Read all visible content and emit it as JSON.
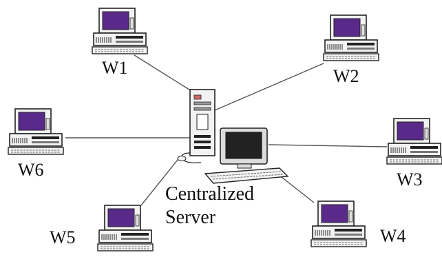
{
  "diagram": {
    "workstations": [
      {
        "id": "w1",
        "label": "W1"
      },
      {
        "id": "w2",
        "label": "W2"
      },
      {
        "id": "w3",
        "label": "W3"
      },
      {
        "id": "w4",
        "label": "W4"
      },
      {
        "id": "w5",
        "label": "W5"
      },
      {
        "id": "w6",
        "label": "W6"
      }
    ],
    "server": {
      "label_line1": "Centralized",
      "label_line2": "Server"
    },
    "colors": {
      "screen": "#5a2a8a",
      "server_screen": "#222222",
      "line": "#555555",
      "case": "#f2f2f2",
      "outline": "#222222"
    },
    "icons": {
      "workstation": "desktop-computer-icon",
      "server": "server-tower-icon",
      "server_console": "monitor-keyboard-icon"
    }
  }
}
